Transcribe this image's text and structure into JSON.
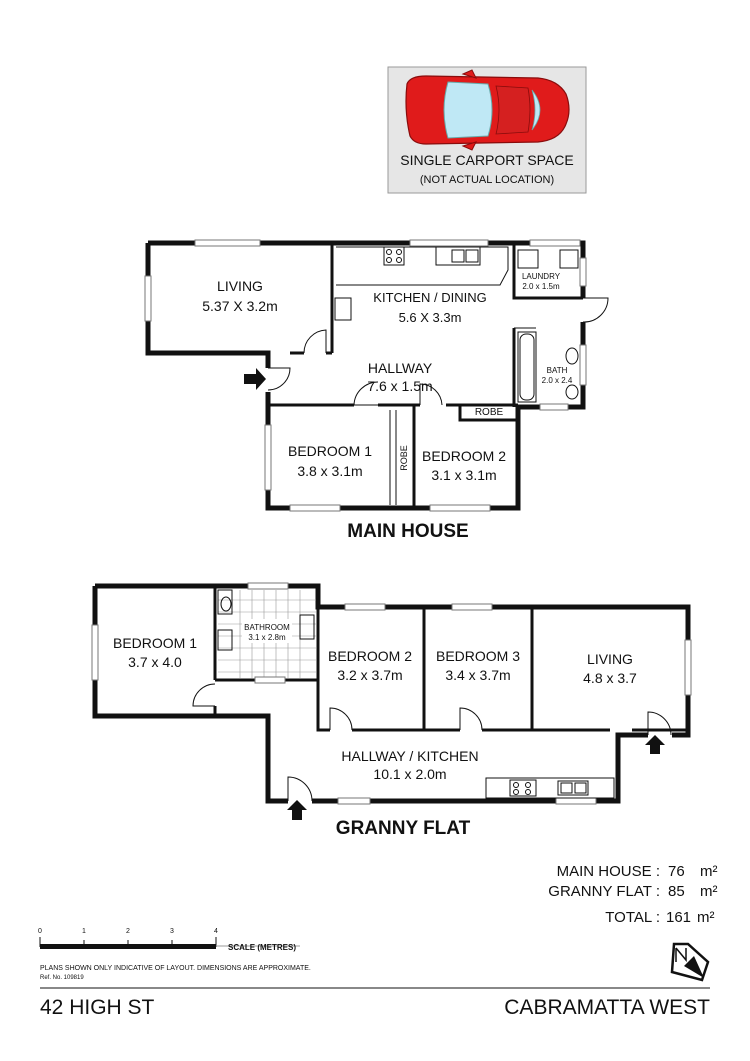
{
  "carport": {
    "line1": "SINGLE CARPORT SPACE",
    "line2": "(NOT ACTUAL LOCATION)"
  },
  "main_house": {
    "title": "MAIN HOUSE",
    "rooms": {
      "living": {
        "name": "LIVING",
        "size": "5.37 X 3.2m"
      },
      "kitchen": {
        "name": "KITCHEN / DINING",
        "size": "5.6 X 3.3m"
      },
      "laundry": {
        "name": "LAUNDRY",
        "size": "2.0 x 1.5m"
      },
      "hallway": {
        "name": "HALLWAY",
        "size": "7.6 x 1.5m"
      },
      "bath": {
        "name": "BATH",
        "size": "2.0 x 2.4"
      },
      "bedroom1": {
        "name": "BEDROOM 1",
        "size": "3.8 x 3.1m"
      },
      "robe1": "ROBE",
      "robe2": "ROBE",
      "bedroom2": {
        "name": "BEDROOM 2",
        "size": "3.1 x 3.1m"
      }
    }
  },
  "granny_flat": {
    "title": "GRANNY FLAT",
    "rooms": {
      "bedroom1": {
        "name": "BEDROOM 1",
        "size": "3.7 x 4.0"
      },
      "bathroom": {
        "name": "BATHROOM",
        "size": "3.1 x 2.8m"
      },
      "bedroom2": {
        "name": "BEDROOM 2",
        "size": "3.2 x 3.7m"
      },
      "bedroom3": {
        "name": "BEDROOM 3",
        "size": "3.4 x 3.7m"
      },
      "living": {
        "name": "LIVING",
        "size": "4.8 x 3.7"
      },
      "hallway": {
        "name": "HALLWAY / KITCHEN",
        "size": "10.1 x 2.0m"
      }
    }
  },
  "areas": {
    "main_label": "MAIN HOUSE :",
    "main_value": "76",
    "granny_label": "GRANNY FLAT :",
    "granny_value": "85",
    "total_label": "TOTAL :",
    "total_value": "161",
    "unit": "m²"
  },
  "scale": {
    "ticks": [
      "0",
      "1",
      "2",
      "3",
      "4"
    ],
    "label": "SCALE (METRES)"
  },
  "disclaimer": "PLANS SHOWN ONLY INDICATIVE OF LAYOUT.  DIMENSIONS ARE APPROXIMATE.",
  "ref": "Ref. No. 109819",
  "footer": {
    "address": "42 HIGH ST",
    "suburb": "CABRAMATTA WEST"
  },
  "colors": {
    "car": "#e01b1b",
    "carport_bg": "#e6e6e6",
    "glass": "#bfe8f5"
  }
}
